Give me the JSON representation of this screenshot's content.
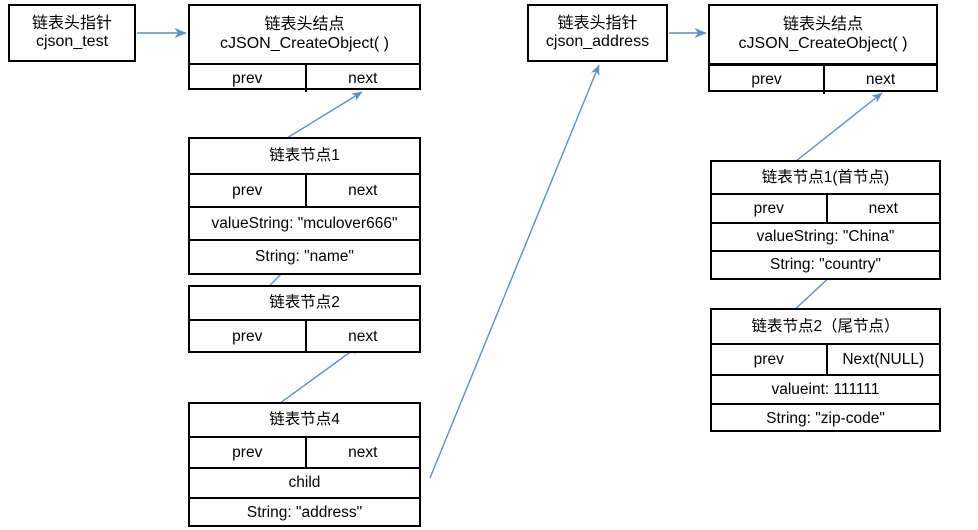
{
  "diagram": {
    "title": "cJSON linked list structure diagram",
    "arrow_color": "#5B8FC9",
    "border_color": "#000000"
  },
  "left_tree": {
    "head_pointer": {
      "line1": "链表头指针",
      "line2": "cjson_test"
    },
    "head_node": {
      "line1": "链表头结点",
      "line2": "cJSON_CreateObject( )",
      "prev": "prev",
      "next": "next"
    },
    "nodes": [
      {
        "title": "链表节点1",
        "prev": "prev",
        "next": "next",
        "value": "valueString: \"mculover666\"",
        "string": "String: \"name\""
      },
      {
        "title": "链表节点2",
        "prev": "prev",
        "next": "next"
      },
      {
        "title": "链表节点4",
        "prev": "prev",
        "next": "next",
        "child": "child",
        "string": "String: \"address\""
      }
    ]
  },
  "right_tree": {
    "head_pointer": {
      "line1": "链表头指针",
      "line2": "cjson_address"
    },
    "head_node": {
      "line1": "链表头结点",
      "line2": "cJSON_CreateObject( )",
      "prev": "prev",
      "next": "next"
    },
    "nodes": [
      {
        "title": "链表节点1(首节点)",
        "prev": "prev",
        "next": "next",
        "value": "valueString: \"China\"",
        "string": "String: \"country\""
      },
      {
        "title": "链表节点2（尾节点）",
        "prev": "prev",
        "next": "Next(NULL)",
        "value": "valueint: 111111",
        "string": "String: \"zip-code\""
      }
    ]
  }
}
